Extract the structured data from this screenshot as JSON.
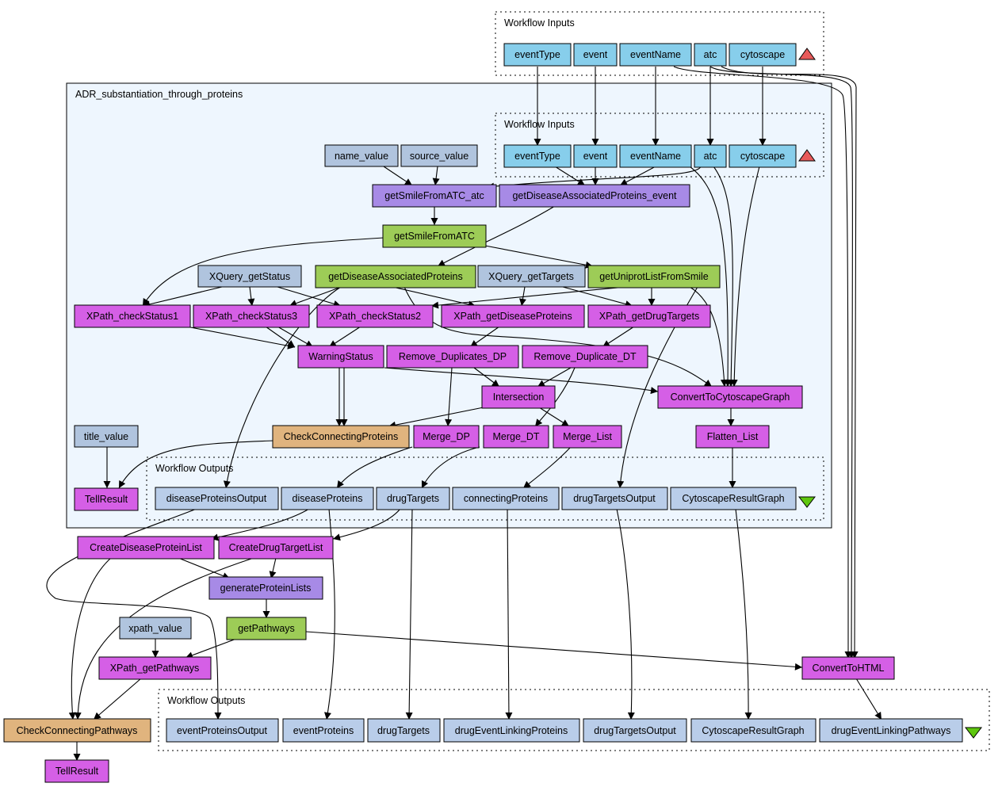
{
  "colors": {
    "input": "#87ceeb",
    "output": "#b9cde9",
    "constant": "#b0c4de",
    "xpath": "#d55fe6",
    "rest": "#a78ae6",
    "beanshell": "#9dcc57",
    "nested": "#e0b47e",
    "subworkflow_bg": "#eef6fe",
    "input_marker": "#e85a5a",
    "output_marker": "#5ec70e"
  },
  "labels": {
    "wf_inputs_top": "Workflow Inputs",
    "subworkflow": "ADR_substantiation_through_proteins",
    "wf_inputs_inner": "Workflow Inputs",
    "wf_outputs_inner": "Workflow Outputs",
    "wf_outputs_bottom": "Workflow Outputs"
  },
  "nodes": {
    "in_eventType": "eventType",
    "in_event": "event",
    "in_eventName": "eventName",
    "in_atc": "atc",
    "in_cytoscape": "cytoscape",
    "s_eventType": "eventType",
    "s_event": "event",
    "s_eventName": "eventName",
    "s_atc": "atc",
    "s_cytoscape": "cytoscape",
    "name_value": "name_value",
    "source_value": "source_value",
    "getSmileFromATC_atc": "getSmileFromATC_atc",
    "getDiseaseAssociatedProteins_event": "getDiseaseAssociatedProteins_event",
    "getSmileFromATC": "getSmileFromATC",
    "XQuery_getStatus": "XQuery_getStatus",
    "getDiseaseAssociatedProteins": "getDiseaseAssociatedProteins",
    "XQuery_getTargets": "XQuery_getTargets",
    "getUniprotListFromSmile": "getUniprotListFromSmile",
    "XPath_checkStatus1": "XPath_checkStatus1",
    "XPath_checkStatus3": "XPath_checkStatus3",
    "XPath_checkStatus2": "XPath_checkStatus2",
    "XPath_getDiseaseProteins": "XPath_getDiseaseProteins",
    "XPath_getDrugTargets": "XPath_getDrugTargets",
    "WarningStatus": "WarningStatus",
    "Remove_Duplicates_DP": "Remove_Duplicates_DP",
    "Remove_Duplicate_DT": "Remove_Duplicate_DT",
    "Intersection": "Intersection",
    "ConvertToCytoscapeGraph": "ConvertToCytoscapeGraph",
    "title_value": "title_value",
    "CheckConnectingProteins": "CheckConnectingProteins",
    "Merge_DP": "Merge_DP",
    "Merge_DT": "Merge_DT",
    "Merge_List": "Merge_List",
    "Flatten_List": "Flatten_List",
    "TellResult_inner": "TellResult",
    "so_diseaseProteinsOutput": "diseaseProteinsOutput",
    "so_diseaseProteins": "diseaseProteins",
    "so_drugTargets": "drugTargets",
    "so_connectingProteins": "connectingProteins",
    "so_drugTargetsOutput": "drugTargetsOutput",
    "so_CytoscapeResultGraph": "CytoscapeResultGraph",
    "CreateDiseaseProteinList": "CreateDiseaseProteinList",
    "CreateDrugTargetList": "CreateDrugTargetList",
    "generateProteinLists": "generateProteinLists",
    "xpath_value": "xpath_value",
    "getPathways": "getPathways",
    "XPath_getPathways": "XPath_getPathways",
    "ConvertToHTML": "ConvertToHTML",
    "CheckConnectingPathways": "CheckConnectingPathways",
    "TellResult_outer": "TellResult",
    "out_eventProteinsOutput": "eventProteinsOutput",
    "out_eventProteins": "eventProteins",
    "out_drugTargets": "drugTargets",
    "out_drugEventLinkingProteins": "drugEventLinkingProteins",
    "out_drugTargetsOutput": "drugTargetsOutput",
    "out_CytoscapeResultGraph": "CytoscapeResultGraph",
    "out_drugEventLinkingPathways": "drugEventLinkingPathways"
  }
}
